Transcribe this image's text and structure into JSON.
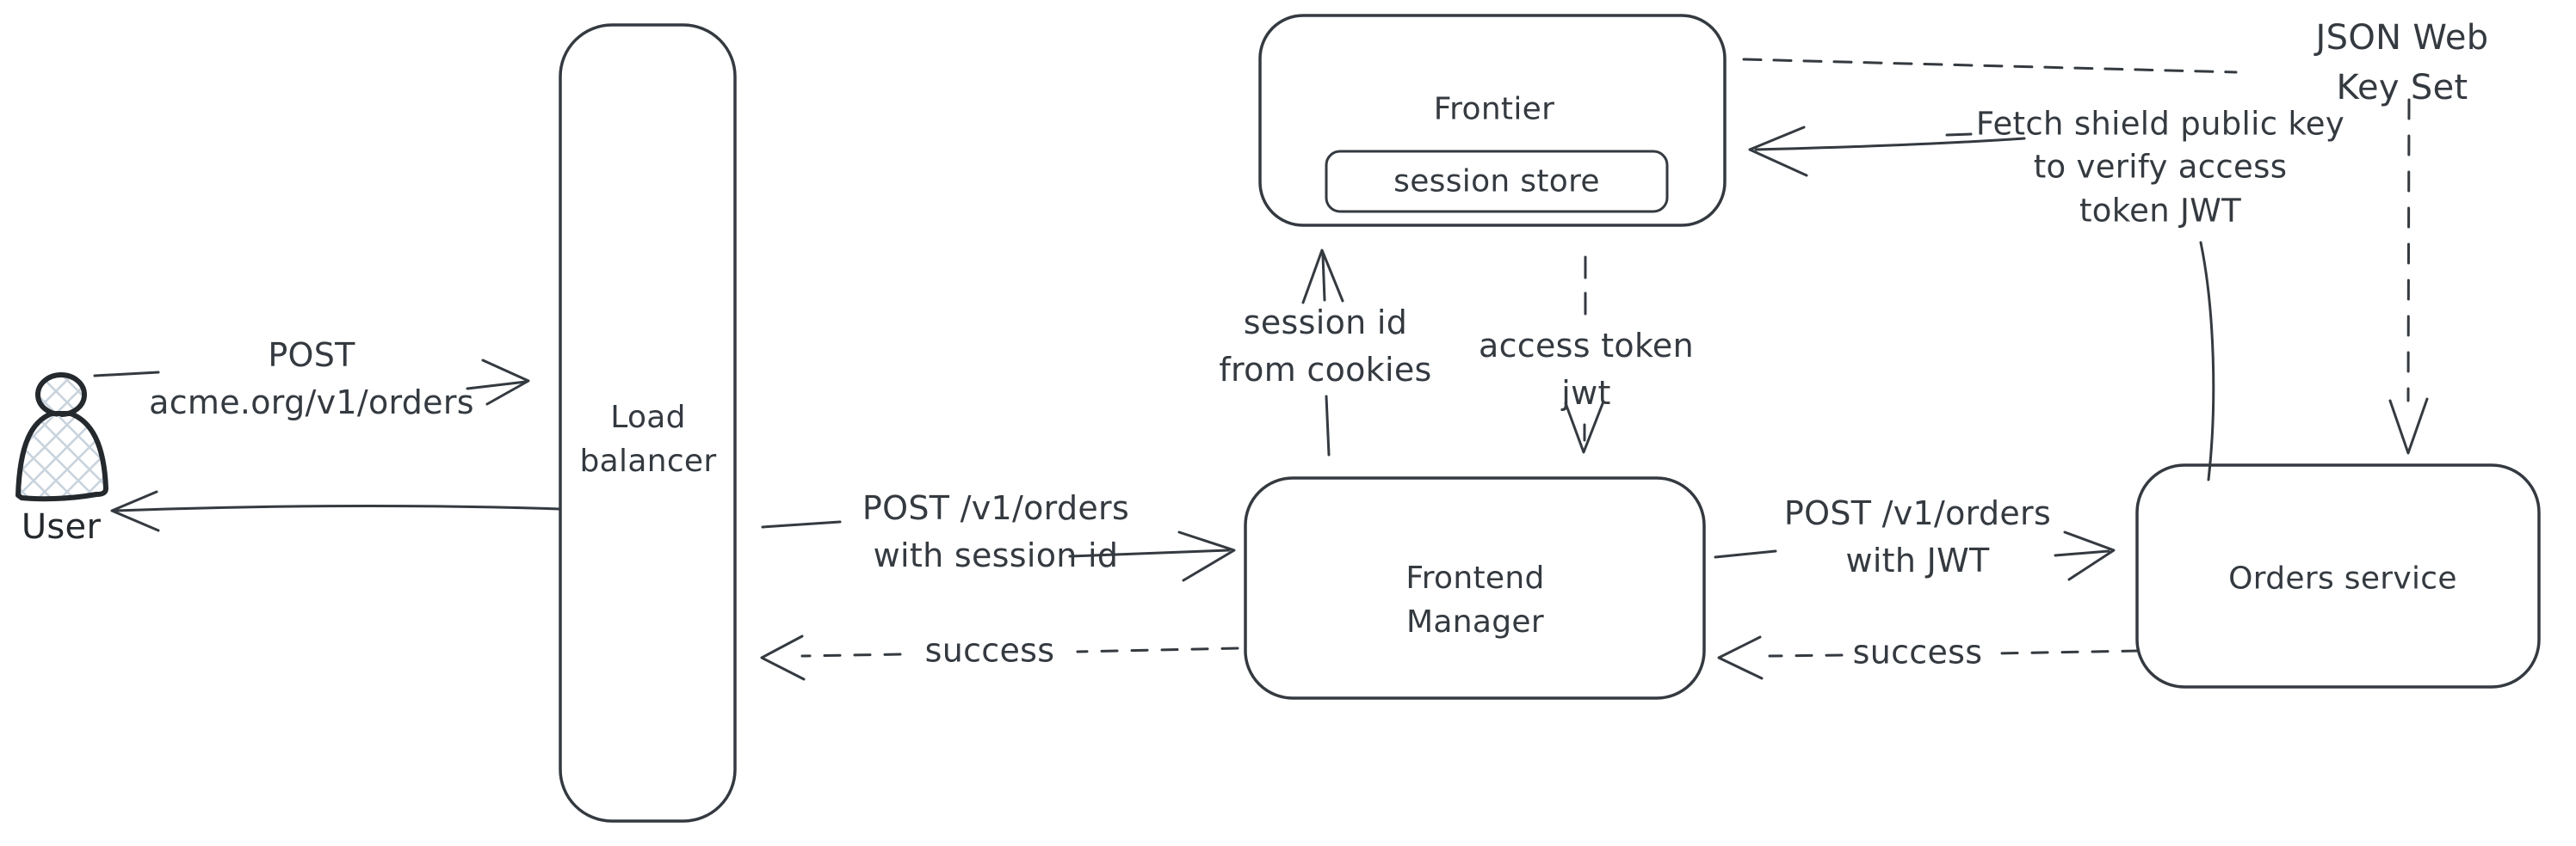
{
  "title": "Authentication flow diagram",
  "colors": {
    "stroke": "#343a40",
    "user_stroke": "#24292e",
    "hatch_fill": "#c9d4dd",
    "background": "#ffffff"
  },
  "nodes": {
    "user": {
      "label": "User"
    },
    "load_balancer": {
      "label": "Load\nbalancer"
    },
    "frontier": {
      "label": "Frontier"
    },
    "session_store": {
      "label": "session store"
    },
    "frontend_manager": {
      "label": "Frontend\nManager"
    },
    "orders_service": {
      "label": "Orders service"
    },
    "jwks": {
      "label": "JSON Web Key Set"
    }
  },
  "edges": {
    "user_to_lb": {
      "label": "POST\nacme.org/v1/orders",
      "style": "solid",
      "from": "User",
      "to": "Load balancer"
    },
    "lb_to_user": {
      "label": "",
      "style": "solid",
      "from": "Load balancer",
      "to": "User"
    },
    "lb_to_fm": {
      "label": "POST /v1/orders\nwith session id",
      "style": "solid",
      "from": "Load balancer",
      "to": "Frontend Manager"
    },
    "fm_to_lb": {
      "label": "success",
      "style": "dashed",
      "from": "Frontend Manager",
      "to": "Load balancer"
    },
    "fm_to_frontier": {
      "label": "session id\nfrom cookies",
      "style": "solid",
      "from": "Frontend Manager",
      "to": "Frontier"
    },
    "frontier_to_fm": {
      "label": "access token\njwt",
      "style": "dashed",
      "from": "Frontier",
      "to": "Frontend Manager"
    },
    "fm_to_orders": {
      "label": "POST /v1/orders\nwith JWT",
      "style": "solid",
      "from": "Frontend Manager",
      "to": "Orders service"
    },
    "orders_to_fm": {
      "label": "success",
      "style": "dashed",
      "from": "Orders service",
      "to": "Frontend Manager"
    },
    "orders_to_frontier": {
      "label": "Fetch shield public key\nto verify access\ntoken JWT",
      "style": "solid",
      "from": "Orders service",
      "to": "Frontier"
    },
    "jwks_to_frontier": {
      "label": "",
      "style": "dashed",
      "from": "JSON Web Key Set",
      "to": "Frontier"
    },
    "jwks_to_orders": {
      "label": "",
      "style": "dashed",
      "from": "JSON Web Key Set",
      "to": "Orders service"
    }
  }
}
